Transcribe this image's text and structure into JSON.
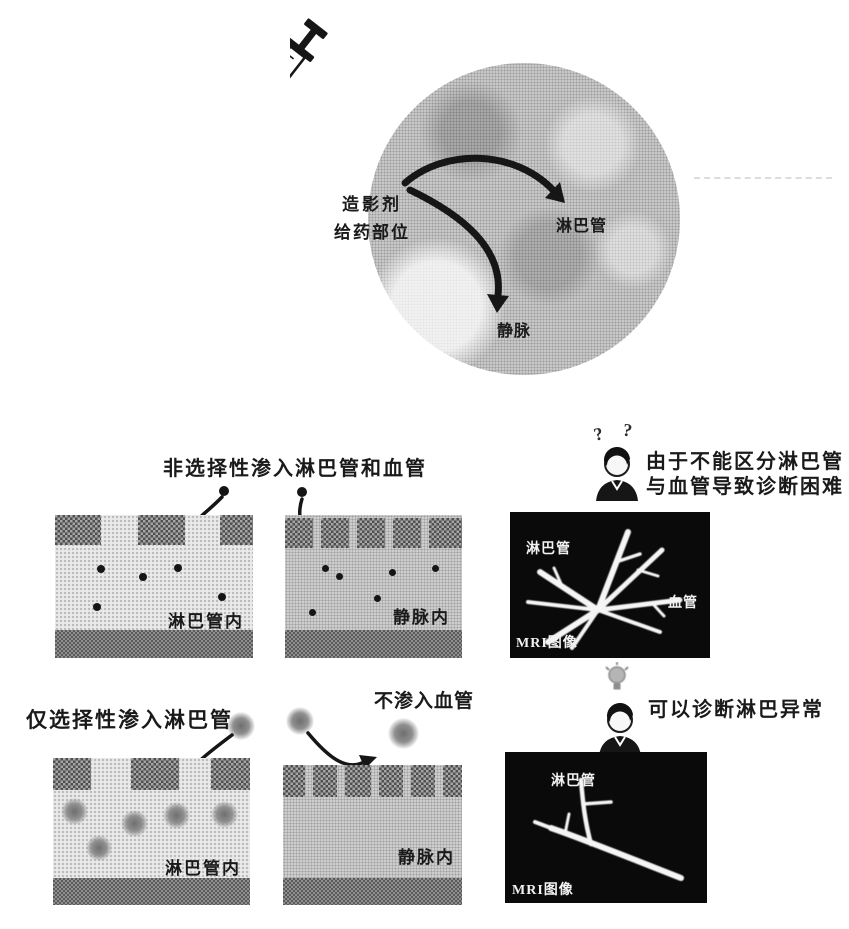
{
  "colors": {
    "ink": "#1a1a1a",
    "mri_bg": "#0a0a0a",
    "mri_vessel": "#f5f5f5",
    "tissue_gray": "#d4d4d4",
    "block_gray": "#6f6f6f"
  },
  "injection": {
    "site_label_line1": "造影剂",
    "site_label_line2": "给药部位",
    "lymph_vessel_label": "淋巴管",
    "vein_label": "静脉"
  },
  "nonselective": {
    "caption": "非选择性渗入淋巴管和血管",
    "lymph_panel_label": "淋巴管内",
    "vein_panel_label": "静脉内",
    "question_mark_1": "?",
    "question_mark_2": "?",
    "note_line1": "由于不能区分淋巴管",
    "note_line2": "与血管导致诊断困难",
    "mri_lymph_label": "淋巴管",
    "mri_vessel_label": "血管",
    "mri_caption": "MRI图像"
  },
  "selective": {
    "caption_lymph": "仅选择性渗入淋巴管",
    "caption_vein": "不渗入血管",
    "lymph_panel_label": "淋巴管内",
    "vein_panel_label": "静脉内",
    "note": "可以诊断淋巴异常",
    "mri_lymph_label": "淋巴管",
    "mri_caption": "MRI图像"
  }
}
